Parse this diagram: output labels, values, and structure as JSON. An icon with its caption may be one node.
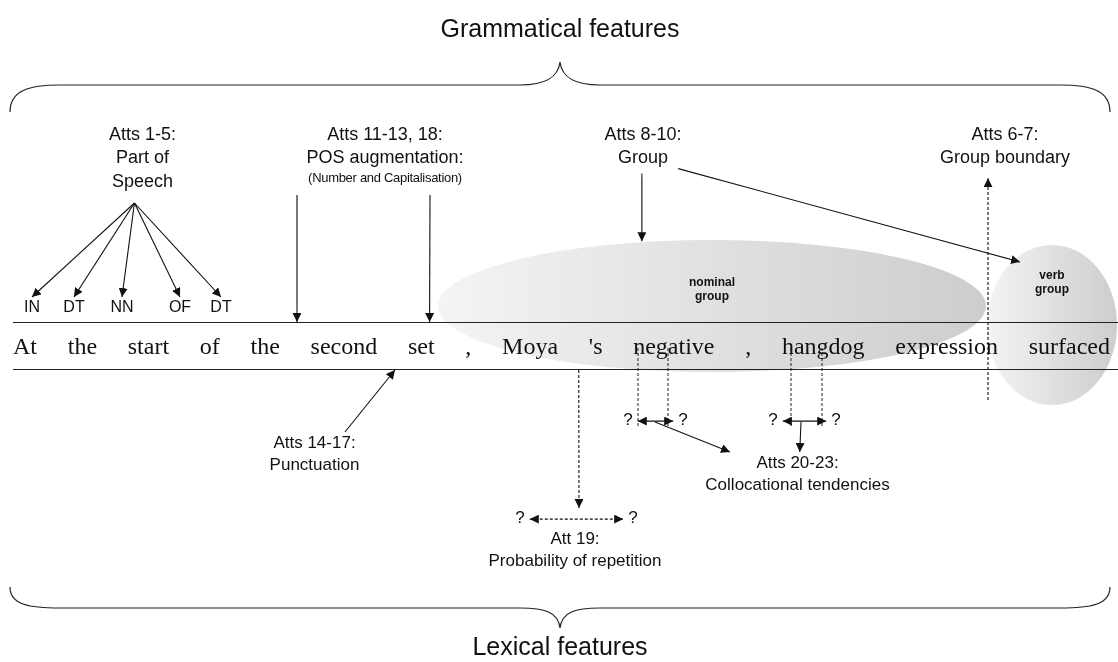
{
  "diagram": {
    "nodes": [
      {
        "text": [
          "Atts 1-5:",
          "Part of Speech"
        ]
      },
      {
        "text": [
          "IN"
        ]
      },
      {
        "text": [
          "DT"
        ]
      },
      {
        "text": [
          "NN"
        ]
      },
      {
        "text": [
          "OF"
        ]
      },
      {
        "text": [
          "DT"
        ]
      },
      {
        "text": [
          "Atts 11-13, 18:",
          "POS augmentation:",
          "(Number and Capitalisation)"
        ]
      },
      {
        "text": [
          "Atts 8-10:",
          "Group"
        ]
      },
      {
        "text": [
          "Atts 6-7:",
          "Group boundary"
        ]
      },
      {
        "text": [
          "nominal group"
        ]
      },
      {
        "text": [
          "verb group"
        ]
      },
      {
        "text": [
          "At the start of the second set , Moya 's negative , hangdog expression surfaced"
        ]
      },
      {
        "text": [
          "Atts 14-17:",
          "Punctuation"
        ]
      },
      {
        "text": [
          "?"
        ]
      },
      {
        "text": [
          "?"
        ]
      },
      {
        "text": [
          "?"
        ]
      },
      {
        "text": [
          "?"
        ]
      },
      {
        "text": [
          "Atts 20-23:",
          "Collocational tendencies"
        ]
      },
      {
        "text": [
          "?"
        ]
      },
      {
        "text": [
          "?"
        ]
      },
      {
        "text": [
          "Att 19:",
          "Probability of repetition"
        ]
      }
    ],
    "edges": [
      {
        "from": 0,
        "to": 1,
        "arrow": "to"
      },
      {
        "from": 0,
        "to": 2,
        "arrow": "to"
      },
      {
        "from": 0,
        "to": 3,
        "arrow": "to"
      },
      {
        "from": 0,
        "to": 4,
        "arrow": "to"
      },
      {
        "from": 0,
        "to": 5,
        "arrow": "to"
      },
      {
        "from": 6,
        "to": 11,
        "arrow": "to"
      },
      {
        "from": 6,
        "to": 11,
        "arrow": "to"
      },
      {
        "from": 7,
        "to": 9,
        "arrow": "to"
      },
      {
        "from": 7,
        "to": 10,
        "arrow": "to"
      },
      {
        "from": null,
        "to": 8,
        "arrow": "to",
        "style": "dashed"
      },
      {
        "from": 12,
        "to": 11,
        "arrow": "to"
      },
      {
        "from": 13,
        "to": 14,
        "arrow": "both"
      },
      {
        "from": 13,
        "to": 17,
        "arrow": "to"
      },
      {
        "from": 15,
        "to": 17,
        "arrow": "to"
      },
      {
        "from": 11,
        "to": 20,
        "arrow": "to",
        "style": "dashed"
      },
      {
        "from": 18,
        "to": 19,
        "arrow": "both",
        "style": "dashed"
      },
      {
        "from": 15,
        "to": 16,
        "arrow": "both"
      }
    ],
    "labels": [
      "Grammatical features",
      "Lexical features"
    ]
  }
}
